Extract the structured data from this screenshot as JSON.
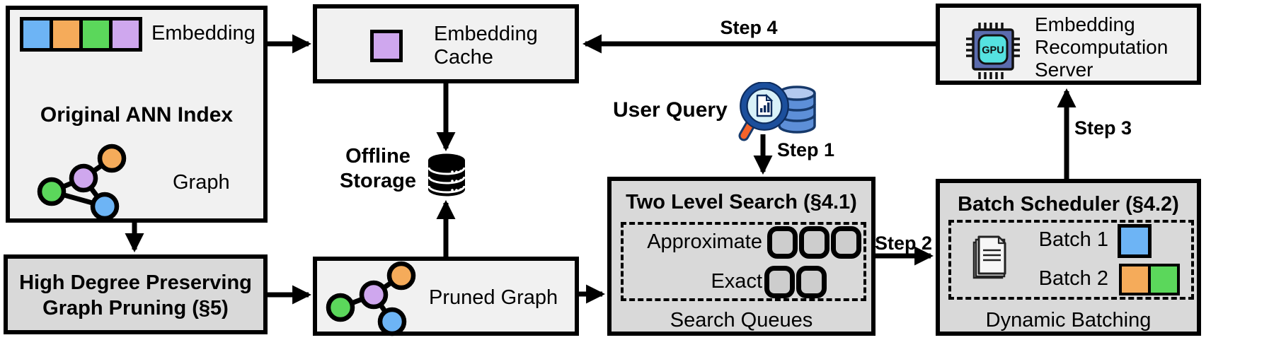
{
  "colors": {
    "blue": "#6db4f5",
    "orange": "#f5ab5a",
    "green": "#5bd75b",
    "purple": "#cfa7ee",
    "box_light": "#f1f1f1",
    "box_gray": "#d9d9d9",
    "queue_fill": "#cdcdcd",
    "db_blue": "#5d8fd8",
    "db_blue_light": "#b3c9ef",
    "db_navy": "#16396b",
    "lens_fill": "#d8f1f8",
    "ring_blue": "#1c4f9c",
    "handle_orange": "#f4632a",
    "chip_body": "#5b6cae",
    "chip_core": "#55e2e0"
  },
  "icons": {
    "ann_graph": "graph-nodes-icon",
    "pruned_graph": "pruned-graph-nodes-icon",
    "embedding_strip": "embedding-vector-strip-icon",
    "cache_square": "cached-embedding-square-icon",
    "offline_storage": "database-stack-icon",
    "user_query": "magnifier-document-database-icon",
    "batch_docs": "stacked-documents-icon",
    "gpu": "gpu-chip-icon"
  },
  "ann_index": {
    "title": "Original ANN Index",
    "embedding_label": "Embedding",
    "graph_label": "Graph"
  },
  "pruning": {
    "title": "High Degree Preserving Graph Pruning (§5)"
  },
  "cache": {
    "title": "Embedding Cache"
  },
  "offline_storage": {
    "label": "Offline Storage"
  },
  "pruned_graph": {
    "label": "Pruned Graph"
  },
  "user_query": {
    "label": "User Query"
  },
  "two_level_search": {
    "title": "Two Level Search (§4.1)",
    "approximate_label": "Approximate",
    "exact_label": "Exact",
    "footer": "Search Queues",
    "approximate_queue_count": 3,
    "exact_queue_count": 2
  },
  "batch_scheduler": {
    "title": "Batch Scheduler (§4.2)",
    "batch1_label": "Batch 1",
    "batch2_label": "Batch 2",
    "footer": "Dynamic Batching"
  },
  "server": {
    "title": "Embedding Recomputation Server",
    "chip_label": "GPU"
  },
  "steps": {
    "step1": "Step 1",
    "step2": "Step 2",
    "step3": "Step 3",
    "step4": "Step 4"
  }
}
